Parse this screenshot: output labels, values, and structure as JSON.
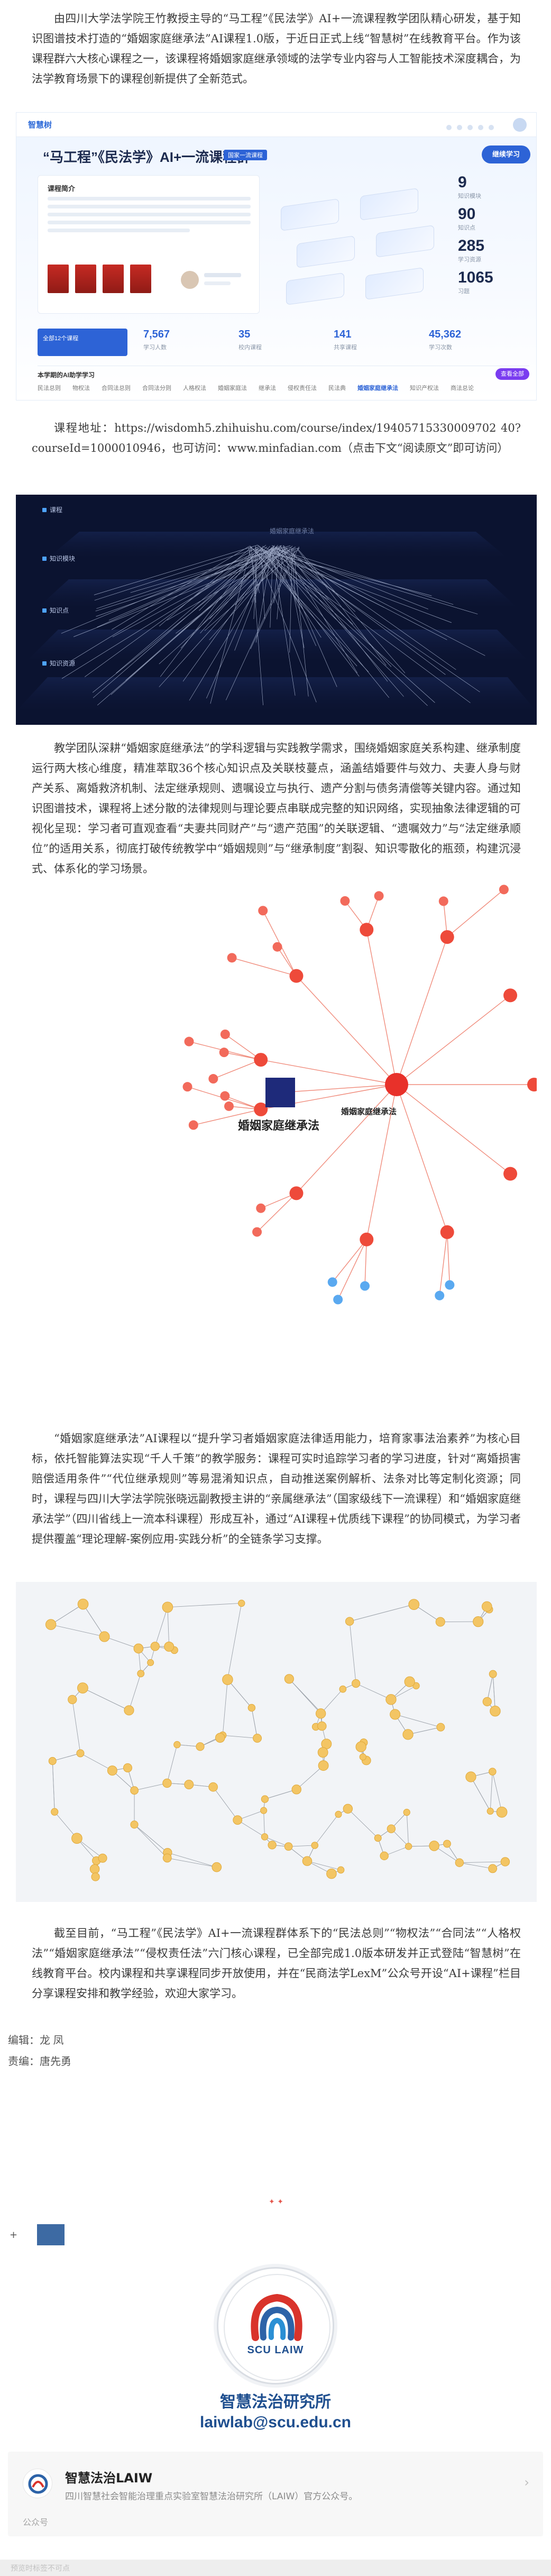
{
  "article": {
    "p1": "由四川大学法学院王竹教授主导的“马工程”《民法学》AI+一流课程教学团队精心研发，基于知识图谱技术打造的“婚姻家庭继承法”AI课程1.0版，于近日正式上线“智慧树”在线教育平台。作为该课程群六大核心课程之一，该课程将婚姻家庭继承领域的法学专业内容与人工智能技术深度耦合，为法学教育场景下的课程创新提供了全新范式。",
    "p2": "课程地址：https://wisdomh5.zhihuishu.com/course/index/19405715330009702 40?courseId=1000010946，也可访问：www.minfadian.com（点击下文“阅读原文”即可访问）",
    "p3": "教学团队深耕“婚姻家庭继承法”的学科逻辑与实践教学需求，围绕婚姻家庭关系构建、继承制度运行两大核心维度，精准萃取36个核心知识点及关联枝蔓点，涵盖结婚要件与效力、夫妻人身与财产关系、离婚救济机制、法定继承规则、遗嘱设立与执行、遗产分割与债务清偿等关键内容。通过知识图谱技术，课程将上述分散的法律规则与理论要点串联成完整的知识网络，实现抽象法律逻辑的可视化呈现：学习者可直观查看“夫妻共同财产”与“遗产范围”的关联逻辑、“遗嘱效力”与“法定继承顺位”的适用关系，彻底打破传统教学中“婚姻规则”与“继承制度”割裂、知识零散化的瓶颈，构建沉浸式、体系化的学习场景。",
    "p4": "“婚姻家庭继承法”AI课程以“提升学习者婚姻家庭法律适用能力，培育家事法治素养”为核心目标，依托智能算法实现“千人千策”的教学服务：课程可实时追踪学习者的学习进度，针对“离婚损害赔偿适用条件”“代位继承规则”等易混淆知识点，自动推送案例解析、法条对比等定制化资源；同时，课程与四川大学法学院张晓远副教授主讲的“亲属继承法”（国家级线下一流课程）和“婚姻家庭继承法学”（四川省线上一流本科课程）形成互补，通过“AI课程+优质线下课程”的协同模式，为学习者提供覆盖“理论理解-案例应用-实践分析”的全链条学习支撑。",
    "p5": "截至目前，“马工程”《民法学》AI+一流课程群体系下的“民法总则”“物权法”“合同法”“人格权法”“婚姻家庭继承法”“侵权责任法”六门核心课程，已全部完成1.0版本研发并正式登陆“智慧树”在线教育平台。校内课程和共享课程同步开放使用，并在“民商法学LexM”公众号开设“AI+课程”栏目分享课程安排和教学经验，欢迎大家学习。",
    "editor": "编辑：龙  凤",
    "reviewer": "责编：唐先勇"
  },
  "screenshot1": {
    "logo": "智慧树",
    "course_title": "“马工程”《民法学》AI+一流课程群",
    "tag": "国家一流课程",
    "intro_heading": "课程简介",
    "start_button": "继续学习",
    "metrics": [
      {
        "value": "9",
        "label": "知识模块"
      },
      {
        "value": "90",
        "label": "知识点"
      },
      {
        "value": "285",
        "label": "学习资源"
      },
      {
        "value": "1065",
        "label": "习题"
      }
    ],
    "stats": [
      {
        "value": "",
        "label": "全部12个课程"
      },
      {
        "value": "7,567",
        "label": "学习人数"
      },
      {
        "value": "35",
        "label": "校内课程"
      },
      {
        "value": "141",
        "label": "共享课程"
      },
      {
        "value": "45,362",
        "label": "学习次数"
      }
    ],
    "tab_label": "本学期的AI助学学习",
    "tabs": [
      "民法总则",
      "物权法",
      "合同法总则",
      "合同法分则",
      "人格权法",
      "婚姻家庭法",
      "继承法",
      "侵权责任法",
      "民法典",
      "婚姻家庭继承法",
      "知识产权法",
      "商法总论"
    ],
    "active_tab": 9,
    "tab_button": "查看全部"
  },
  "screenshot2": {
    "legend": [
      "课程",
      "知识模块",
      "知识点",
      "知识资源"
    ],
    "header": "婚姻家庭继承法"
  },
  "graph3": {
    "root": "婚姻家庭继承法",
    "hub": "婚姻家庭继承法"
  },
  "separator": "✦ ✦",
  "plus": "+",
  "org": {
    "seal_text": "SCU LAIW",
    "name": "智慧法治研究所",
    "email": "laiwlab@scu.edu.cn"
  },
  "card": {
    "name": "智慧法治LAIW",
    "desc": "四川智慧社会智能治理重点实验室智慧法治研究所（LAIW）官方公众号。",
    "footer": "公众号",
    "arrow": "›"
  },
  "bottom": {
    "text": "预览时标签不可点"
  }
}
